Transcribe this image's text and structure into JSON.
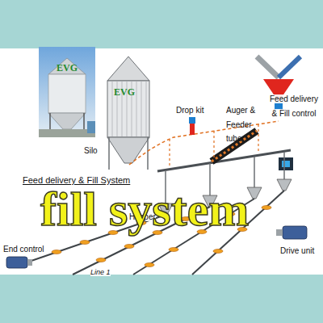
{
  "diagram": {
    "labels": [
      "EVG",
      "EVG",
      "Silo",
      "Drop kit",
      "Auger & Feeder tube",
      "Feed delivery & Fill control",
      "Feed delivery & Fill System",
      "Hopper",
      "End control",
      "Drive unit",
      "Line 1",
      "fill system"
    ]
  }
}
